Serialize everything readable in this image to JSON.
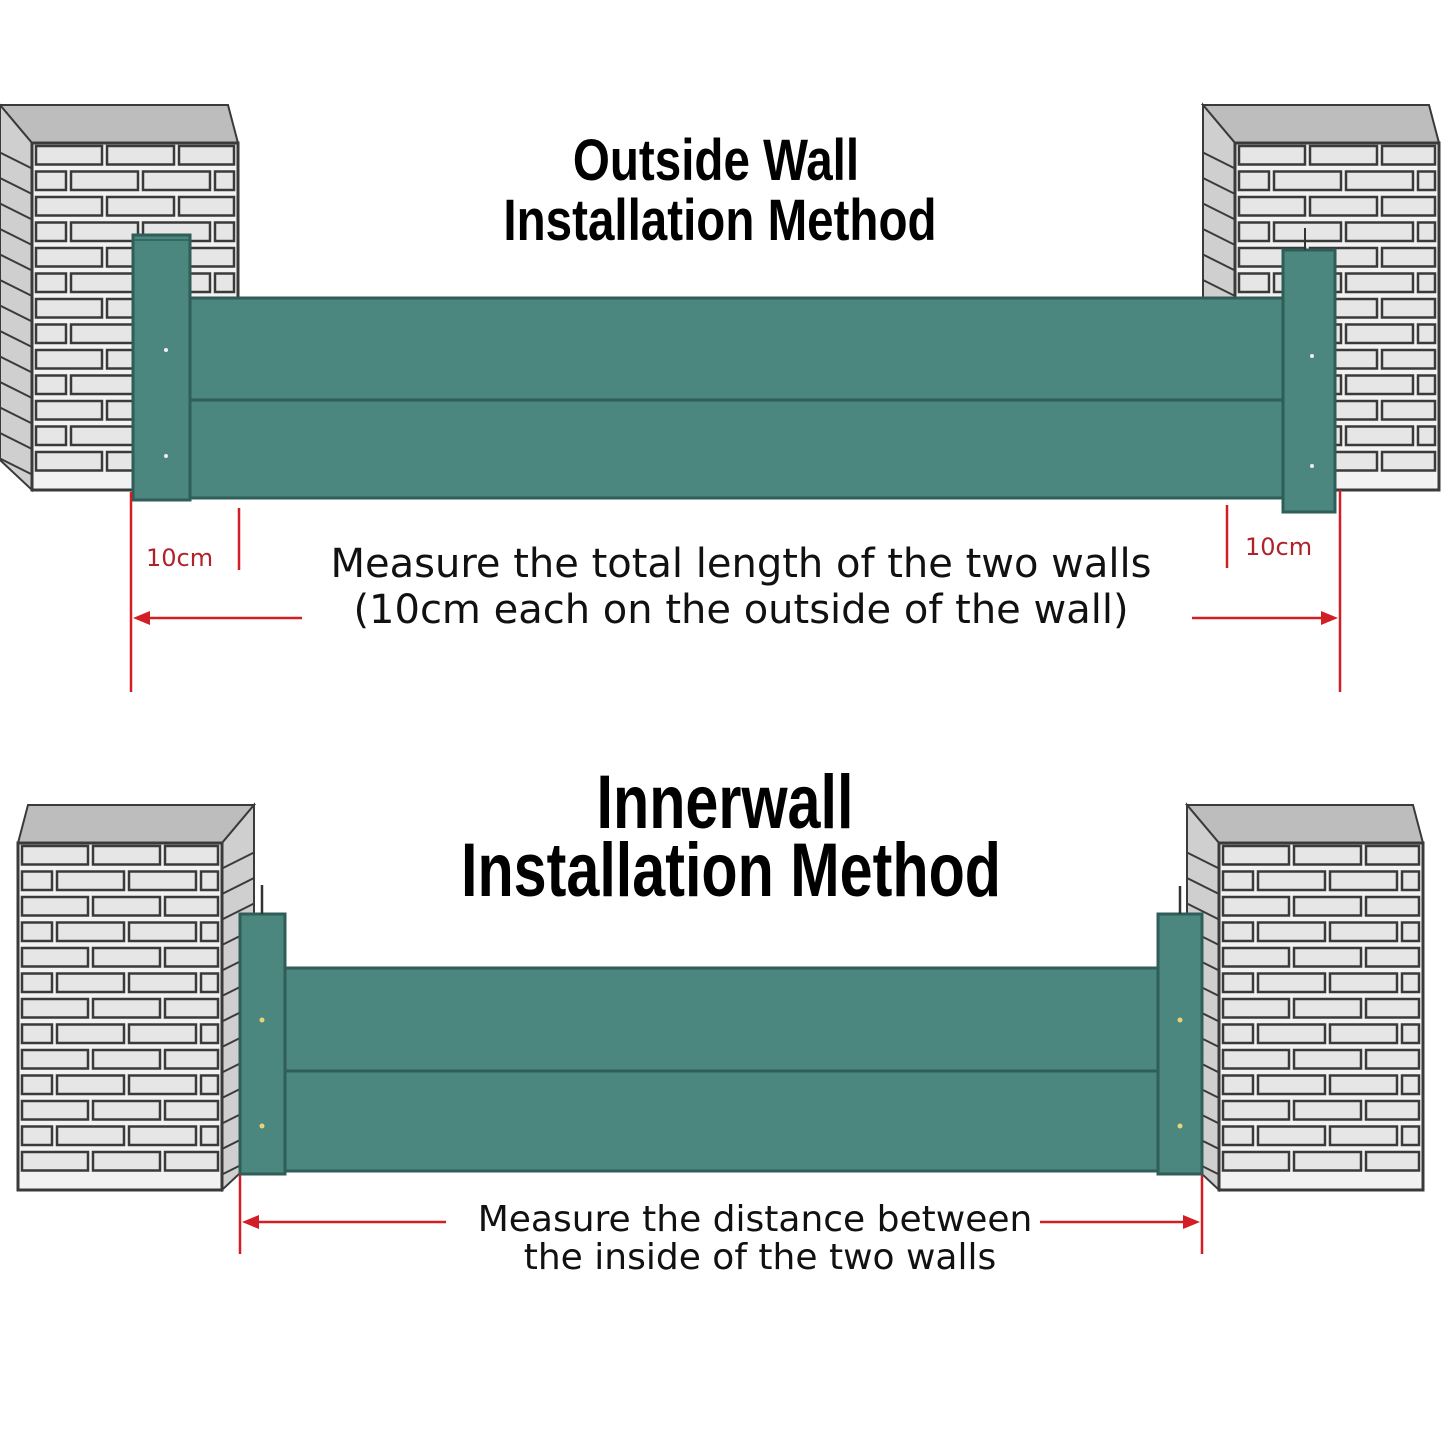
{
  "sections": [
    {
      "title_line1": "Outside Wall",
      "title_line2": "Installation Method",
      "caption_line1": "Measure the total length of the two walls",
      "caption_line2": "(10cm each on the outside of the wall)",
      "left_offset_label": "10cm",
      "right_offset_label": "10cm"
    },
    {
      "title_line1": "Innerwall",
      "title_line2": "Installation Method",
      "caption_line1": "Measure the distance between",
      "caption_line2": "the inside of the two walls"
    }
  ],
  "colors": {
    "panel": "#4b867f",
    "panel_edge": "#2f5e58",
    "brick": "#e6e6e6",
    "mortar": "#3a3a3a",
    "pillar_top": "#bdbdbd",
    "dimension_line": "#d21f26"
  }
}
